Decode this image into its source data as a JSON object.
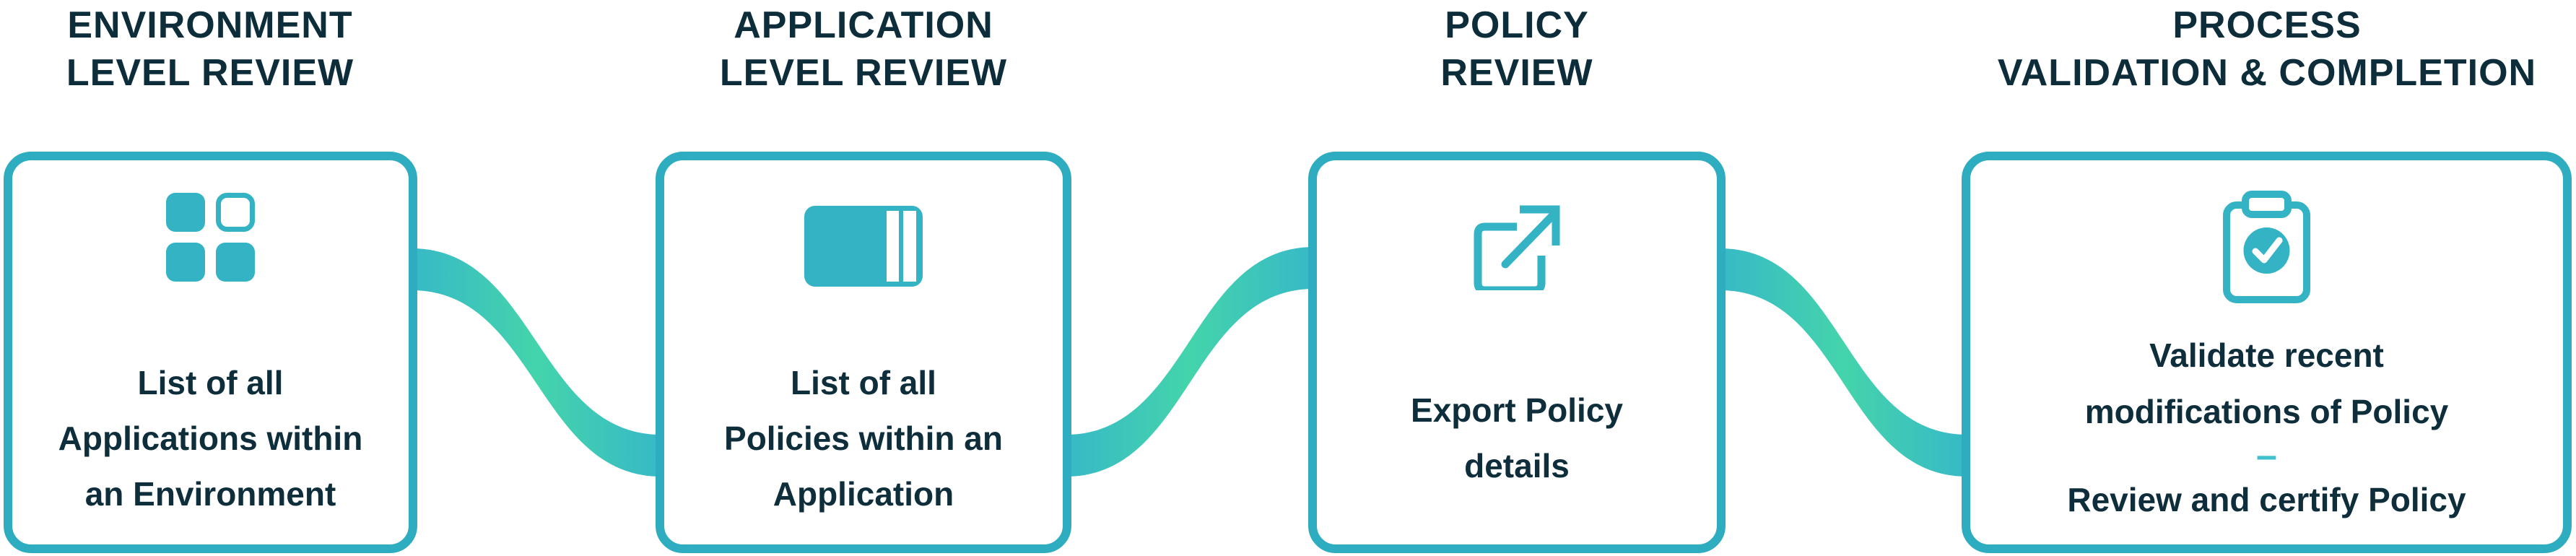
{
  "colors": {
    "heading_text": "#0d2d3a",
    "body_text": "#0f2e3b",
    "box_border": "#2fadc0",
    "icon_teal": "#33b3c3",
    "ribbon_teal": "#37b9c7",
    "ribbon_mint": "#44d4ab",
    "separator_teal": "#3fc0cd",
    "background": "#ffffff"
  },
  "steps": [
    {
      "id": "environment-level-review",
      "title_lines": [
        "ENVIRONMENT",
        "LEVEL REVIEW"
      ],
      "icon": "grid-icon",
      "body_lines": [
        "List of all",
        "Applications within",
        "an Environment"
      ]
    },
    {
      "id": "application-level-review",
      "title_lines": [
        "APPLICATION",
        "LEVEL REVIEW"
      ],
      "icon": "cards-icon",
      "body_lines": [
        "List of all",
        "Policies within an",
        "Application"
      ]
    },
    {
      "id": "policy-review",
      "title_lines": [
        "POLICY",
        "REVIEW"
      ],
      "icon": "external-link-icon",
      "body_lines": [
        "Export Policy",
        "details"
      ]
    },
    {
      "id": "process-validation-completion",
      "title_lines": [
        "PROCESS",
        "VALIDATION & COMPLETION"
      ],
      "icon": "clipboard-check-icon",
      "body_lines_top": [
        "Validate recent",
        "modifications of Policy"
      ],
      "separator": "–",
      "body_lines_bottom": [
        "Review and certify Policy"
      ]
    }
  ],
  "connectors": [
    {
      "from": "environment-level-review",
      "to": "application-level-review",
      "shape": "s-curve-down"
    },
    {
      "from": "application-level-review",
      "to": "policy-review",
      "shape": "s-curve-up"
    },
    {
      "from": "policy-review",
      "to": "process-validation-completion",
      "shape": "s-curve-down"
    }
  ]
}
